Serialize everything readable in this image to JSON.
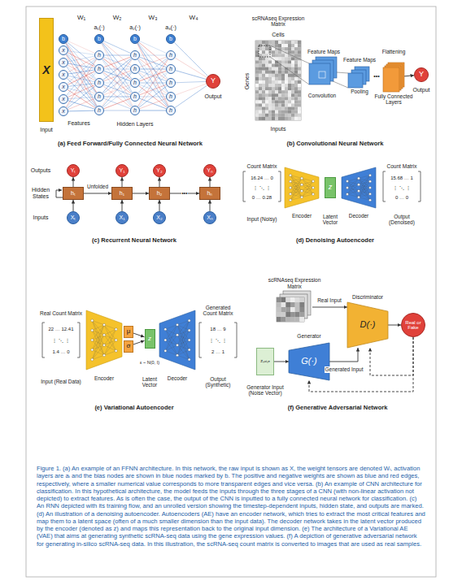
{
  "diagram": {
    "caption": "Figure 1. (a) An example of an FFNN architecture. In this network, the raw input is shown as X, the weight tensors are denoted Wᵢ, activation layers are aᵢ and the bias nodes are shown in blue nodes marked by b. The positive and negative weights are shown as blue and red edges, respectively, where a smaller numerical value corresponds to more transparent edges and vice versa. (b) An example of CNN architecture for classification. In this hypothetical architecture, the model feeds the inputs through the three stages of a CNN (with non-linear activation not depicted) to extract features. As is often the case, the output of the CNN is inputted to a fully connected neural network for classification. (c) An RNN depicted with its training flow, and an unrolled version showing the timestep-dependent inputs, hidden state, and outputs are marked. (d) An illustration of a denoising autoencoder. Autoencoders (AE) have an encoder network, which tries to extract the most critical features and map them to a latent space (often of a much smaller dimension than the input data). The decoder network takes in the latent vector produced by the encoder (denoted as z) and maps this representation back to the original input dimension. (e) The architecture of a Variational AE (VAE) that aims at generating synthetic scRNA-seq data using the gene expression values. (f) A depiction of generative adversarial network for generating in-silico scRNA-seq data. In this illustration, the scRNA-seq count matrix is converted to images that are used as real samples.",
    "nodes": [
      {
        "text": [
          "X"
        ]
      },
      {
        "text": [
          "b"
        ]
      },
      {
        "text": [
          "x"
        ]
      },
      {
        "text": [
          "x"
        ]
      },
      {
        "text": [
          "x"
        ]
      },
      {
        "text": [
          "x"
        ]
      },
      {
        "text": [
          "x"
        ]
      },
      {
        "text": [
          "x"
        ]
      },
      {
        "text": [
          "b"
        ]
      },
      {
        "text": [
          "h"
        ]
      },
      {
        "text": [
          "h"
        ]
      },
      {
        "text": [
          "h"
        ]
      },
      {
        "text": [
          "h"
        ]
      },
      {
        "text": [
          "h"
        ]
      },
      {
        "text": [
          "b"
        ]
      },
      {
        "text": [
          "h"
        ]
      },
      {
        "text": [
          "h"
        ]
      },
      {
        "text": [
          "h"
        ]
      },
      {
        "text": [
          "h"
        ]
      },
      {
        "text": [
          "h"
        ]
      },
      {
        "text": [
          "b"
        ]
      },
      {
        "text": [
          "h"
        ]
      },
      {
        "text": [
          "h"
        ]
      },
      {
        "text": [
          "h"
        ]
      },
      {
        "text": [
          "h"
        ]
      },
      {
        "text": [
          "h"
        ]
      },
      {
        "text": [
          "Y"
        ]
      },
      {
        "text": [
          "Fully Connected Layers"
        ]
      },
      {
        "text": [
          "Y"
        ]
      },
      {
        "text": [
          "Yₜ"
        ]
      },
      {
        "text": [
          "hₜ"
        ]
      },
      {
        "text": [
          "Xₜ"
        ]
      },
      {
        "text": [
          "Y₁"
        ]
      },
      {
        "text": [
          "h₁"
        ]
      },
      {
        "text": [
          "X₁"
        ]
      },
      {
        "text": [
          "Y₂"
        ]
      },
      {
        "text": [
          "h₂"
        ]
      },
      {
        "text": [
          "X₂"
        ]
      },
      {
        "text": [
          "Yₙ"
        ]
      },
      {
        "text": [
          "hₙ"
        ]
      },
      {
        "text": [
          "Xₙ"
        ]
      },
      {
        "text": [
          "z"
        ]
      },
      {
        "text": [
          "μ"
        ]
      },
      {
        "text": [
          "σ"
        ]
      },
      {
        "text": [
          "z"
        ]
      },
      {
        "text": [
          "scRNAseq Expression Matrix"
        ]
      },
      {
        "text": [
          "D(·)"
        ]
      },
      {
        "text": [
          "Real or Fake"
        ]
      },
      {
        "text": [
          "G(·)"
        ]
      },
      {
        "text": [
          "zₙₒᵢₛₑ"
        ]
      }
    ],
    "edges": [
      {
        "from": 1,
        "to": 9,
        "arrow": "none"
      },
      {
        "from": 1,
        "to": 10,
        "arrow": "none"
      },
      {
        "from": 1,
        "to": 11,
        "arrow": "none"
      },
      {
        "from": 1,
        "to": 12,
        "arrow": "none"
      },
      {
        "from": 1,
        "to": 13,
        "arrow": "none"
      },
      {
        "from": 2,
        "to": 9,
        "arrow": "none"
      },
      {
        "from": 2,
        "to": 10,
        "arrow": "none"
      },
      {
        "from": 2,
        "to": 11,
        "arrow": "none"
      },
      {
        "from": 2,
        "to": 12,
        "arrow": "none"
      },
      {
        "from": 2,
        "to": 13,
        "arrow": "none"
      },
      {
        "from": 3,
        "to": 9,
        "arrow": "none"
      },
      {
        "from": 3,
        "to": 10,
        "arrow": "none"
      },
      {
        "from": 3,
        "to": 11,
        "arrow": "none"
      },
      {
        "from": 3,
        "to": 12,
        "arrow": "none"
      },
      {
        "from": 3,
        "to": 13,
        "arrow": "none"
      },
      {
        "from": 4,
        "to": 9,
        "arrow": "none"
      },
      {
        "from": 4,
        "to": 10,
        "arrow": "none"
      },
      {
        "from": 4,
        "to": 11,
        "arrow": "none"
      },
      {
        "from": 4,
        "to": 12,
        "arrow": "none"
      },
      {
        "from": 4,
        "to": 13,
        "arrow": "none"
      },
      {
        "from": 5,
        "to": 9,
        "arrow": "none"
      },
      {
        "from": 5,
        "to": 10,
        "arrow": "none"
      },
      {
        "from": 5,
        "to": 11,
        "arrow": "none"
      },
      {
        "from": 5,
        "to": 12,
        "arrow": "none"
      },
      {
        "from": 5,
        "to": 13,
        "arrow": "none"
      },
      {
        "from": 6,
        "to": 9,
        "arrow": "none"
      },
      {
        "from": 6,
        "to": 10,
        "arrow": "none"
      },
      {
        "from": 6,
        "to": 11,
        "arrow": "none"
      },
      {
        "from": 6,
        "to": 12,
        "arrow": "none"
      },
      {
        "from": 6,
        "to": 13,
        "arrow": "none"
      },
      {
        "from": 7,
        "to": 9,
        "arrow": "none"
      },
      {
        "from": 7,
        "to": 10,
        "arrow": "none"
      },
      {
        "from": 7,
        "to": 11,
        "arrow": "none"
      },
      {
        "from": 7,
        "to": 12,
        "arrow": "none"
      },
      {
        "from": 7,
        "to": 13,
        "arrow": "none"
      },
      {
        "from": 8,
        "to": 15,
        "arrow": "none"
      },
      {
        "from": 8,
        "to": 16,
        "arrow": "none"
      },
      {
        "from": 8,
        "to": 17,
        "arrow": "none"
      },
      {
        "from": 8,
        "to": 18,
        "arrow": "none"
      },
      {
        "from": 8,
        "to": 19,
        "arrow": "none"
      },
      {
        "from": 9,
        "to": 15,
        "arrow": "none"
      },
      {
        "from": 9,
        "to": 16,
        "arrow": "none"
      },
      {
        "from": 9,
        "to": 17,
        "arrow": "none"
      },
      {
        "from": 9,
        "to": 18,
        "arrow": "none"
      },
      {
        "from": 9,
        "to": 19,
        "arrow": "none"
      },
      {
        "from": 10,
        "to": 15,
        "arrow": "none"
      },
      {
        "from": 10,
        "to": 16,
        "arrow": "none"
      },
      {
        "from": 10,
        "to": 17,
        "arrow": "none"
      },
      {
        "from": 10,
        "to": 18,
        "arrow": "none"
      },
      {
        "from": 10,
        "to": 19,
        "arrow": "none"
      },
      {
        "from": 11,
        "to": 15,
        "arrow": "none"
      },
      {
        "from": 11,
        "to": 16,
        "arrow": "none"
      },
      {
        "from": 11,
        "to": 17,
        "arrow": "none"
      },
      {
        "from": 11,
        "to": 18,
        "arrow": "none"
      },
      {
        "from": 11,
        "to": 19,
        "arrow": "none"
      },
      {
        "from": 12,
        "to": 15,
        "arrow": "none"
      },
      {
        "from": 12,
        "to": 16,
        "arrow": "none"
      },
      {
        "from": 12,
        "to": 17,
        "arrow": "none"
      },
      {
        "from": 12,
        "to": 18,
        "arrow": "none"
      },
      {
        "from": 12,
        "to": 19,
        "arrow": "none"
      },
      {
        "from": 13,
        "to": 15,
        "arrow": "none"
      },
      {
        "from": 13,
        "to": 16,
        "arrow": "none"
      },
      {
        "from": 13,
        "to": 17,
        "arrow": "none"
      },
      {
        "from": 13,
        "to": 18,
        "arrow": "none"
      },
      {
        "from": 13,
        "to": 19,
        "arrow": "none"
      },
      {
        "from": 14,
        "to": 21,
        "arrow": "none"
      },
      {
        "from": 14,
        "to": 22,
        "arrow": "none"
      },
      {
        "from": 14,
        "to": 23,
        "arrow": "none"
      },
      {
        "from": 14,
        "to": 24,
        "arrow": "none"
      },
      {
        "from": 14,
        "to": 25,
        "arrow": "none"
      },
      {
        "from": 15,
        "to": 21,
        "arrow": "none"
      },
      {
        "from": 15,
        "to": 22,
        "arrow": "none"
      },
      {
        "from": 15,
        "to": 23,
        "arrow": "none"
      },
      {
        "from": 15,
        "to": 24,
        "arrow": "none"
      },
      {
        "from": 15,
        "to": 25,
        "arrow": "none"
      },
      {
        "from": 16,
        "to": 21,
        "arrow": "none"
      },
      {
        "from": 16,
        "to": 22,
        "arrow": "none"
      },
      {
        "from": 16,
        "to": 23,
        "arrow": "none"
      },
      {
        "from": 16,
        "to": 24,
        "arrow": "none"
      },
      {
        "from": 16,
        "to": 25,
        "arrow": "none"
      },
      {
        "from": 17,
        "to": 21,
        "arrow": "none"
      },
      {
        "from": 17,
        "to": 22,
        "arrow": "none"
      },
      {
        "from": 17,
        "to": 23,
        "arrow": "none"
      },
      {
        "from": 17,
        "to": 24,
        "arrow": "none"
      },
      {
        "from": 17,
        "to": 25,
        "arrow": "none"
      },
      {
        "from": 18,
        "to": 21,
        "arrow": "none"
      },
      {
        "from": 18,
        "to": 22,
        "arrow": "none"
      },
      {
        "from": 18,
        "to": 23,
        "arrow": "none"
      },
      {
        "from": 18,
        "to": 24,
        "arrow": "none"
      },
      {
        "from": 18,
        "to": 25,
        "arrow": "none"
      },
      {
        "from": 19,
        "to": 21,
        "arrow": "none"
      },
      {
        "from": 19,
        "to": 22,
        "arrow": "none"
      },
      {
        "from": 19,
        "to": 23,
        "arrow": "none"
      },
      {
        "from": 19,
        "to": 24,
        "arrow": "none"
      },
      {
        "from": 19,
        "to": 25,
        "arrow": "none"
      },
      {
        "from": 20,
        "to": 26,
        "arrow": "none"
      },
      {
        "from": 21,
        "to": 26,
        "arrow": "none"
      },
      {
        "from": 22,
        "to": 26,
        "arrow": "none"
      },
      {
        "from": 23,
        "to": 26,
        "arrow": "none"
      },
      {
        "from": 24,
        "to": 26,
        "arrow": "none"
      },
      {
        "from": 25,
        "to": 26,
        "arrow": "none"
      },
      {
        "from": 27,
        "to": 28,
        "arrow": "to"
      },
      {
        "from": 31,
        "to": 30,
        "arrow": "to"
      },
      {
        "from": 30,
        "to": 29,
        "arrow": "to"
      },
      {
        "from": 30,
        "to": 33,
        "arrow": "to",
        "label": "Unfolded"
      },
      {
        "from": 34,
        "to": 33,
        "arrow": "to"
      },
      {
        "from": 33,
        "to": 32,
        "arrow": "to"
      },
      {
        "from": 37,
        "to": 36,
        "arrow": "to"
      },
      {
        "from": 36,
        "to": 35,
        "arrow": "to"
      },
      {
        "from": 40,
        "to": 39,
        "arrow": "to"
      },
      {
        "from": 39,
        "to": 38,
        "arrow": "to"
      },
      {
        "from": 33,
        "to": 36,
        "arrow": "to"
      },
      {
        "from": 36,
        "to": 39,
        "arrow": "to",
        "label": "•••"
      },
      {
        "from": 42,
        "to": 44,
        "arrow": "to"
      },
      {
        "from": 43,
        "to": 44,
        "arrow": "to"
      },
      {
        "from": 45,
        "to": 46,
        "arrow": "to",
        "label": "Real Input"
      },
      {
        "from": 49,
        "to": 48,
        "arrow": "to"
      },
      {
        "from": 48,
        "to": 46,
        "arrow": "to",
        "label": "Generated Input"
      },
      {
        "from": 46,
        "to": 47,
        "arrow": "to"
      },
      {
        "from": 47,
        "to": 46,
        "arrow": "to"
      },
      {
        "from": 47,
        "to": 48,
        "arrow": "to"
      }
    ],
    "labels": [
      "Input",
      "Features",
      "W₁",
      "a₁(·)",
      "W₂",
      "a₂(·)",
      "W₃",
      "a₃(·)",
      "W₄",
      "Hidden Layers",
      "Output",
      "(a) Feed Forward/Fully Connected Neural Network",
      "scRNAseq Expression Matrix",
      "Cells",
      "Genes",
      "Inputs",
      "Feature Maps",
      "Feature Maps",
      "Convolution",
      "Pooling",
      "•••",
      "Flattening",
      "Output",
      "(b) Convolutional Neural Network",
      "Outputs",
      "Hidden States",
      "Inputs",
      "(c) Recurrent Neural Network",
      "Count Matrix",
      "16.24 … 0",
      "⋮ ⋱ ⋮",
      "0 … 0.28",
      "Count Matrix",
      "15.68 … 1",
      "⋮ ⋱ ⋮",
      "0 … 0",
      "Input (Noisy)",
      "Encoder",
      "Latent Vector",
      "Decoder",
      "Output (Denoised)",
      "(d) Denoising Autoencoder",
      "Real Count Matrix",
      "22 … 12.41",
      "⋮ ⋱ ⋮",
      "1.4 … 0",
      "ε ~ N(0, I)",
      "Generated Count Matrix",
      "18 … 9",
      "⋮ ⋱ ⋮",
      "2 … 1",
      "Input (Real Data)",
      "Encoder",
      "Latent Vector",
      "Decoder",
      "Output (Synthetic)",
      "(e) Variational Autoencoder",
      "Discriminator",
      "Generator",
      "Generator Input (Noise Vector)",
      "(f) Generative Adversarial Network"
    ]
  }
}
